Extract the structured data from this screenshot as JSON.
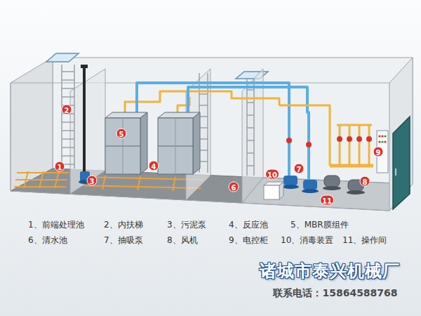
{
  "diagram": {
    "labels": [
      "1",
      "2",
      "3",
      "4",
      "5",
      "6",
      "7",
      "8",
      "9",
      "10",
      "11",
      "1、前端处理池",
      "2、内扶梯",
      "3、污泥泵",
      "4、反应池",
      "5、MBR膜组件",
      "6、清水池",
      "7、抽吸泵",
      "8、风机",
      "9、电控柜",
      "10、消毒装置",
      "11、操作间",
      "诸城市泰兴机械厂",
      "联系电话：15864588768"
    ]
  }
}
